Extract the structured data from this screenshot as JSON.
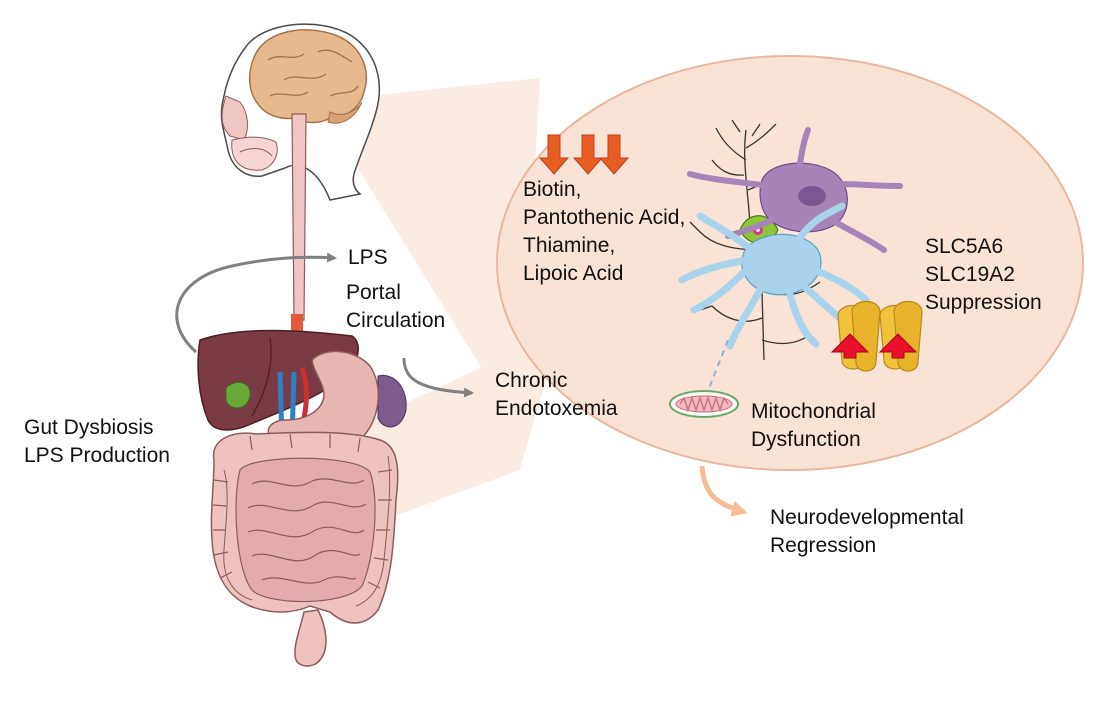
{
  "labels": {
    "nutrients": [
      "Biotin,",
      "Pantothenic Acid,",
      "Thiamine,",
      "Lipoic Acid"
    ],
    "lps": "LPS",
    "portal": [
      "Portal",
      "Circulation"
    ],
    "endotoxemia": [
      "Chronic",
      "Endotoxemia"
    ],
    "gut": [
      "Gut Dysbiosis",
      "LPS Production"
    ],
    "transporters": [
      "SLC5A6",
      "SLC19A2",
      "Suppression"
    ],
    "mitochondria": [
      "Mitochondrial",
      "Dysfunction"
    ],
    "regression": [
      "Neurodevelopmental",
      "Regression"
    ]
  },
  "colors": {
    "zoom_bubble": "#f9e3d6",
    "bubble_border": "#e9b79f",
    "brain": "#e8b98c",
    "liver": "#7b3b45",
    "intestine": "#e8b7b4",
    "astrocyte": "#a9d3ea",
    "microglia": "#a684b8",
    "transporter": "#f1c23a",
    "down_arrow": "#e85d24",
    "up_arrow": "#e8102a",
    "connector": "#808080"
  }
}
